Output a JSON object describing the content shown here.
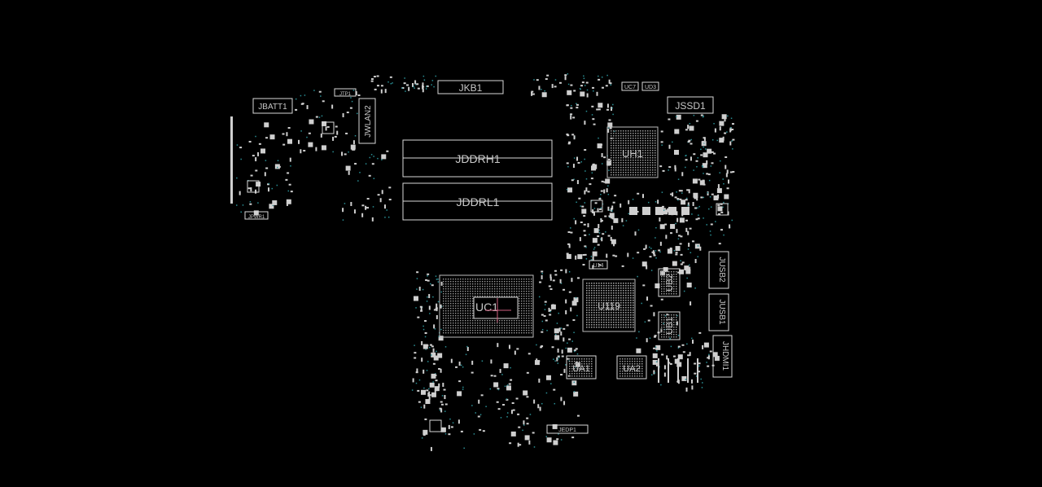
{
  "board": {
    "background": "#000000",
    "outline_color": "#d9d9d9",
    "pad_color": "#cfcfcf",
    "via_color": "#2a8f95",
    "crosshair_color": "#d06080",
    "labels": {
      "jkb1": "JKB1",
      "jbatt1": "JBATT1",
      "jwlan2": "JWLAN2",
      "jssd1": "JSSD1",
      "jddrh1": "JDDRH1",
      "jddrl1": "JDDRL1",
      "uh1": "UH1",
      "uc1": "UC1",
      "u119": "U119",
      "ub2": "UB2",
      "ub1": "UB1",
      "jusb2": "JUSB2",
      "jusb1": "JUSB1",
      "jhdmi1": "JHDMI1",
      "ua1": "UA1",
      "ua2": "UA2",
      "jedp1": "JEDP1",
      "u14": "U14",
      "uc7": "UC7",
      "ud3": "UD3",
      "jtp1": "JTP1",
      "jpwr": "JPWR1"
    }
  }
}
